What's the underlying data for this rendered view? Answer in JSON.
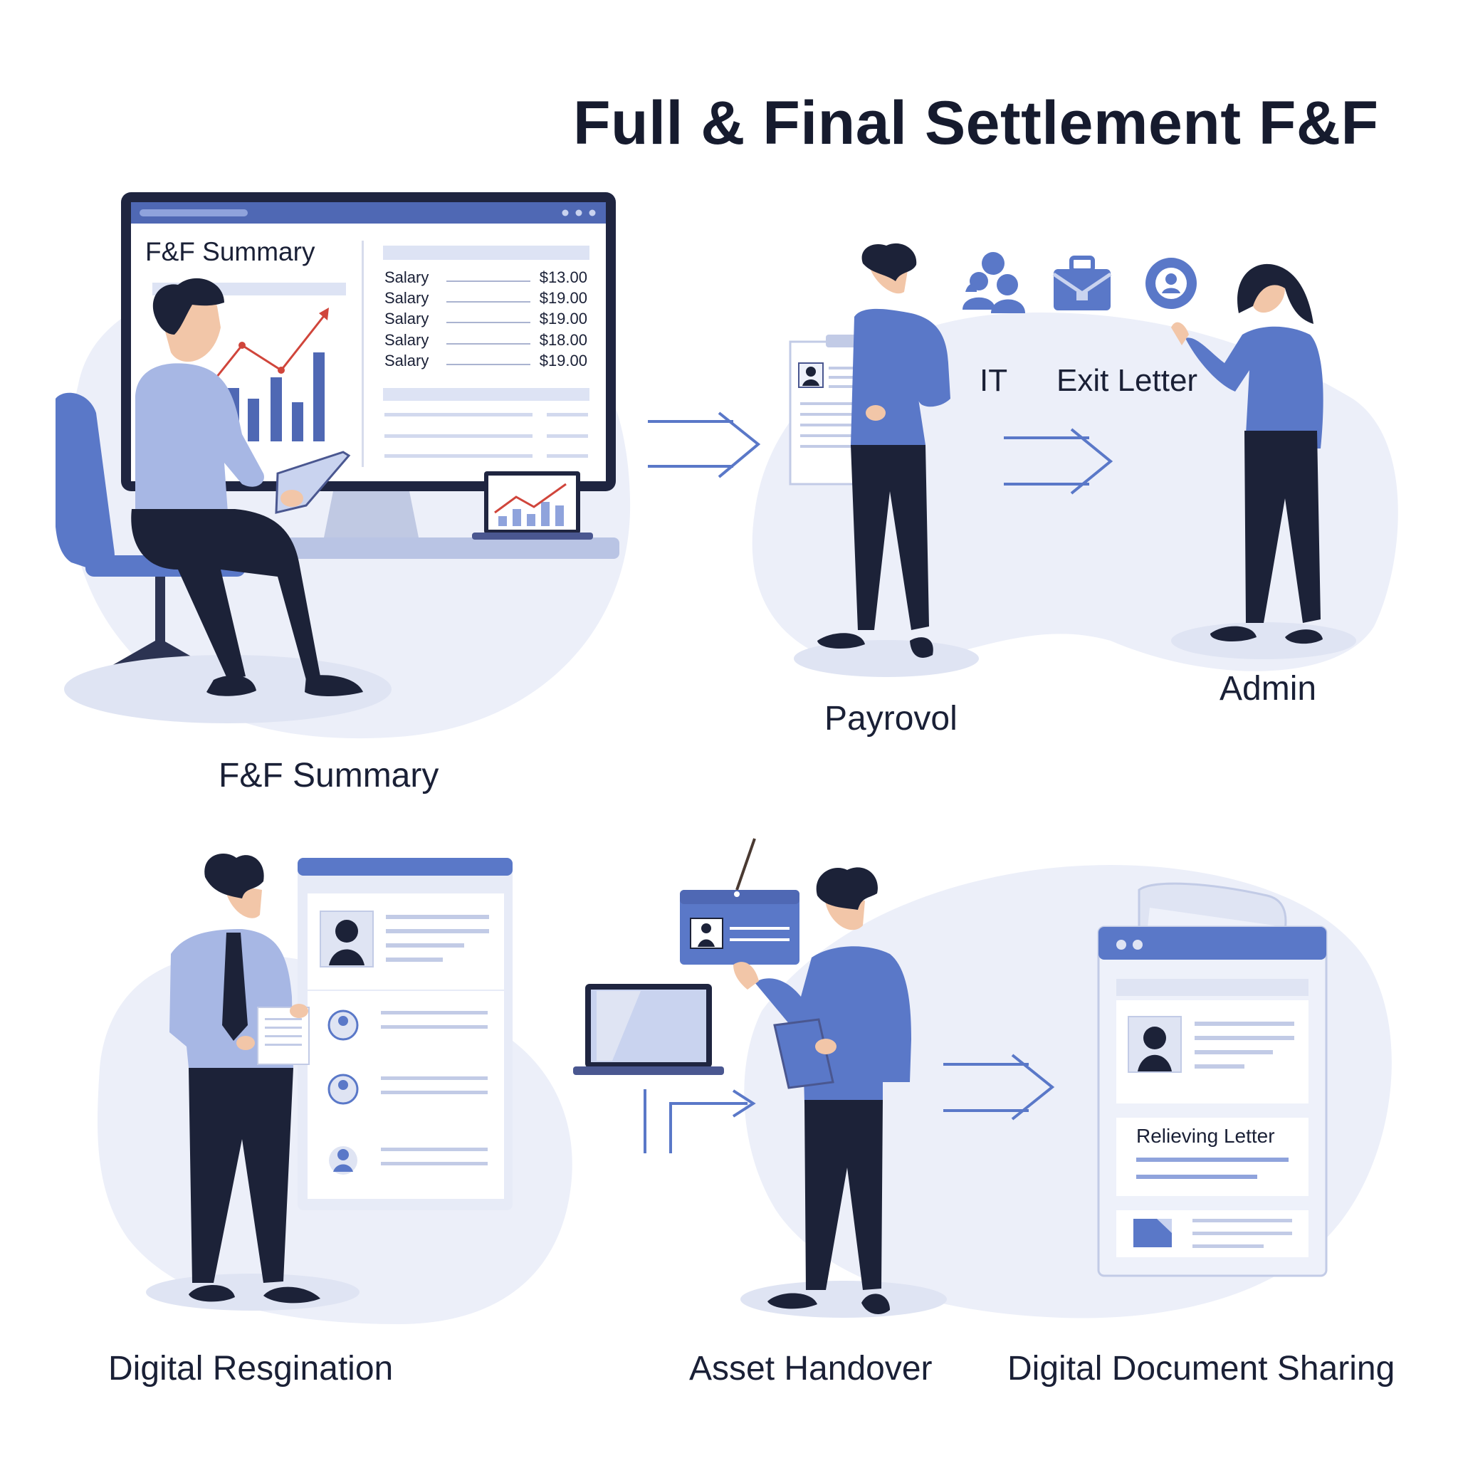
{
  "title": "Full & Final Settlement F&F",
  "colors": {
    "accent": "#5a78c8",
    "accent_light": "#c9d3ef",
    "dark": "#1c2238",
    "bg_blob": "#eceff9",
    "chart_red": "#d0453b"
  },
  "panel_summary": {
    "screen_title": "F&F Summary",
    "salary_rows": [
      {
        "label": "Salary",
        "value": "$13.00"
      },
      {
        "label": "Salary",
        "value": "$19.00"
      },
      {
        "label": "Salary",
        "value": "$19.00"
      },
      {
        "label": "Salary",
        "value": "$18.00"
      },
      {
        "label": "Salary",
        "value": "$19.00"
      }
    ],
    "caption": "F&F Summary"
  },
  "panel_departments": {
    "labels": [
      "IT",
      "Exit Letter"
    ],
    "captions": [
      "Payrovol",
      "Admin"
    ],
    "icons": [
      "team-icon",
      "briefcase-icon",
      "support-agent-icon"
    ]
  },
  "panel_bottom": {
    "captions": [
      "Digital Resgination",
      "Asset Handover",
      "Digital Document Sharing"
    ],
    "document_card_title": "Relieving Letter"
  }
}
